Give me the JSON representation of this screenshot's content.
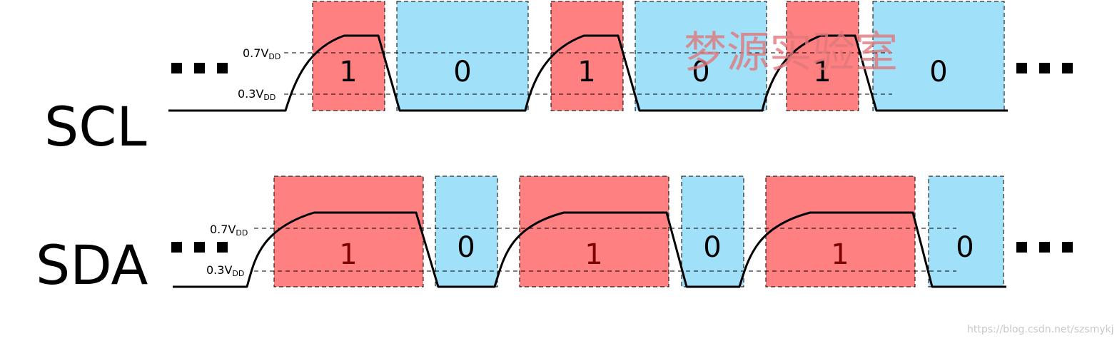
{
  "labels": {
    "scl": "SCL",
    "sda": "SDA"
  },
  "thresholds": {
    "high": "0.7V",
    "low": "0.3V",
    "subscript": "DD"
  },
  "ellipsis": "…",
  "scl_bits": [
    "1",
    "0",
    "1",
    "0",
    "1",
    "0"
  ],
  "sda_bits": [
    "1",
    "0",
    "1",
    "0",
    "1",
    "0"
  ],
  "colors": {
    "high_fill": "#ff8080",
    "low_fill": "#a0e0f8",
    "sda_high_text": "#800000",
    "scl_text": "#000000",
    "waveform": "#000000"
  },
  "watermark": "梦源实验室",
  "source_url": "https://blog.csdn.net/szsmykj"
}
